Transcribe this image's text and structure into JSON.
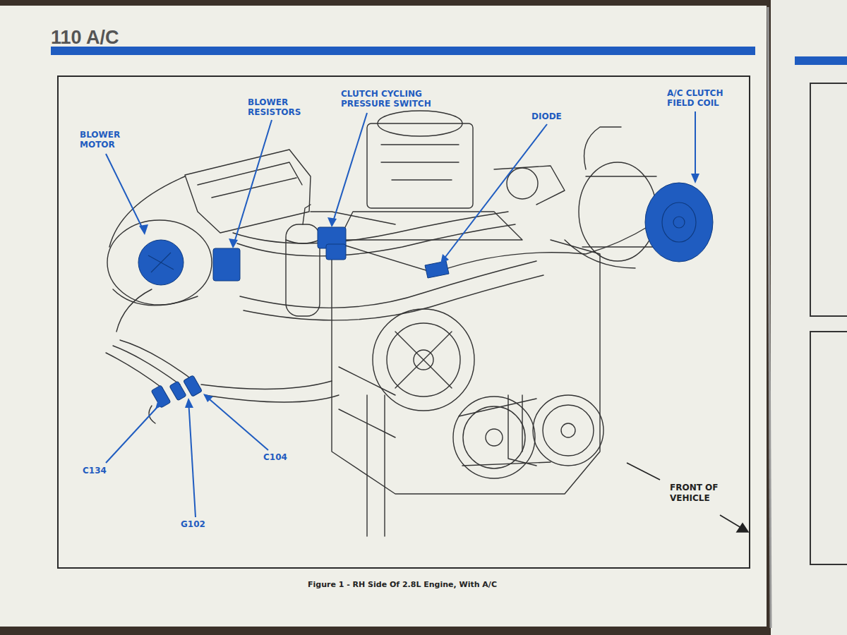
{
  "diagram": {
    "title": "110 A/C",
    "caption": "Figure 1 - RH Side Of 2.8L Engine, With A/C",
    "labels": [
      "BLOWER MOTOR",
      "BLOWER RESISTORS",
      "CLUTCH CYCLING PRESSURE SWITCH",
      "DIODE",
      "A/C CLUTCH FIELD COIL",
      "C134",
      "G102",
      "C104",
      "FRONT OF VEHICLE"
    ]
  }
}
